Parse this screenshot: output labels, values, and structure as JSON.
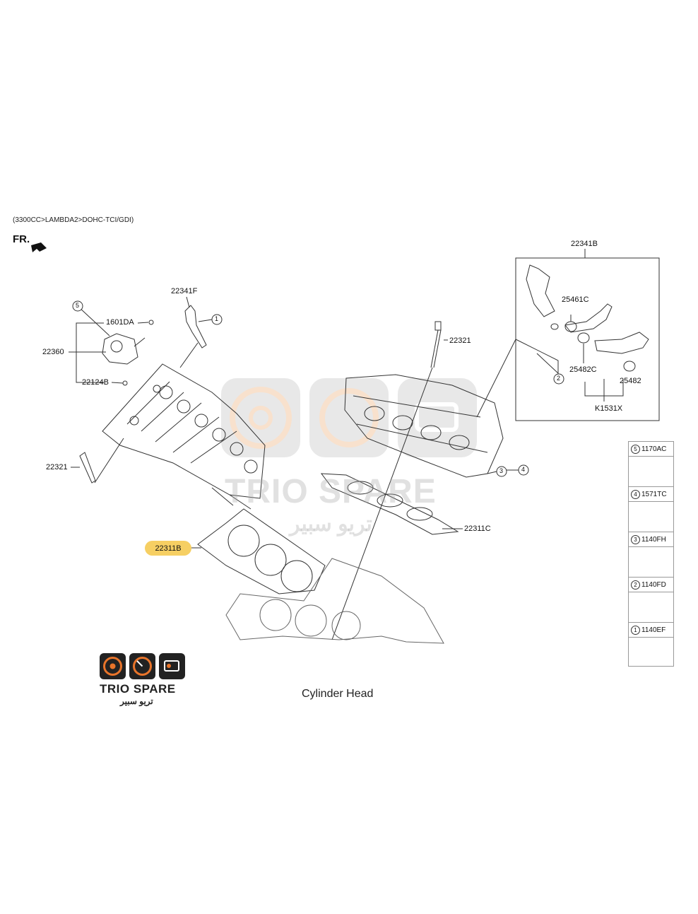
{
  "header": {
    "engine_spec": "(3300CC>LAMBDA2>DOHC-TCI/GDI)",
    "direction_label": "FR."
  },
  "callouts": {
    "c22341B": "22341B",
    "c22341F": "22341F",
    "c25461C": "25461C",
    "c1601DA": "1601DA",
    "c22360": "22360",
    "c22124B": "22124B",
    "c22321_top": "22321",
    "c22321_left": "22321",
    "c25482C": "25482C",
    "c25482": "25482",
    "cK1531X": "K1531X",
    "c22311C": "22311C",
    "c22311B": "22311B"
  },
  "circle_refs": {
    "r1": "1",
    "r2": "2",
    "r3": "3",
    "r4": "4",
    "r5": "5"
  },
  "legend": [
    {
      "num": "5",
      "code": "1170AC",
      "icon": "long-bolt-icon"
    },
    {
      "num": "4",
      "code": "1571TC",
      "icon": "nut-icon"
    },
    {
      "num": "3",
      "code": "1140FH",
      "icon": "flange-bolt-icon"
    },
    {
      "num": "2",
      "code": "1140FD",
      "icon": "short-bolt-icon"
    },
    {
      "num": "1",
      "code": "1140EF",
      "icon": "hex-bolt-icon"
    }
  ],
  "brand": {
    "name": "TRIO SPARE",
    "arabic": "تريو سبير"
  },
  "watermark": {
    "name": "TRIO SPARE",
    "arabic": "تريو سبير"
  },
  "caption": "Cylinder Head",
  "colors": {
    "highlight": "#f6cf63",
    "brand_orange": "#e8742a",
    "line": "#333333"
  }
}
